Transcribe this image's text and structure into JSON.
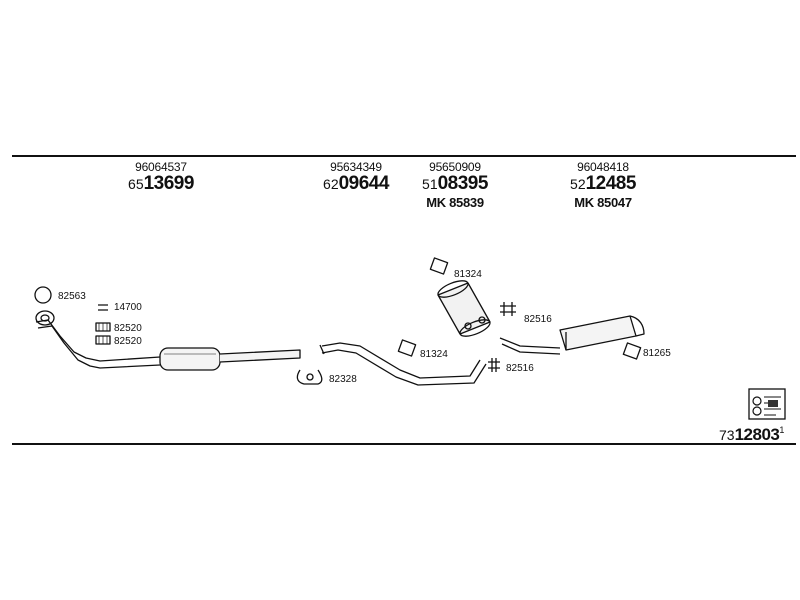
{
  "header_parts": [
    {
      "ref": "96064537",
      "prefix": "65",
      "main": "13699",
      "mk": ""
    },
    {
      "ref": "95634349",
      "prefix": "62",
      "main": "09644",
      "mk": ""
    },
    {
      "ref": "95650909",
      "prefix": "51",
      "main": "08395",
      "mk": "MK 85839"
    },
    {
      "ref": "96048418",
      "prefix": "52",
      "main": "12485",
      "mk": "MK 85047"
    }
  ],
  "callouts": {
    "c82563": "82563",
    "c14700": "14700",
    "c82520a": "82520",
    "c82520b": "82520",
    "c82328": "82328",
    "c81324a": "81324",
    "c81324b": "81324",
    "c82516a": "82516",
    "c82516b": "82516",
    "c81265": "81265"
  },
  "footer": {
    "prefix": "73",
    "main": "12803",
    "suffix": "1"
  },
  "icons": [
    "gasket-ring-icon",
    "clamp-icon",
    "bracket-icon",
    "rubber-hanger-icon",
    "spring-clip-icon",
    "u-clamp-icon",
    "fitting-info-icon"
  ]
}
